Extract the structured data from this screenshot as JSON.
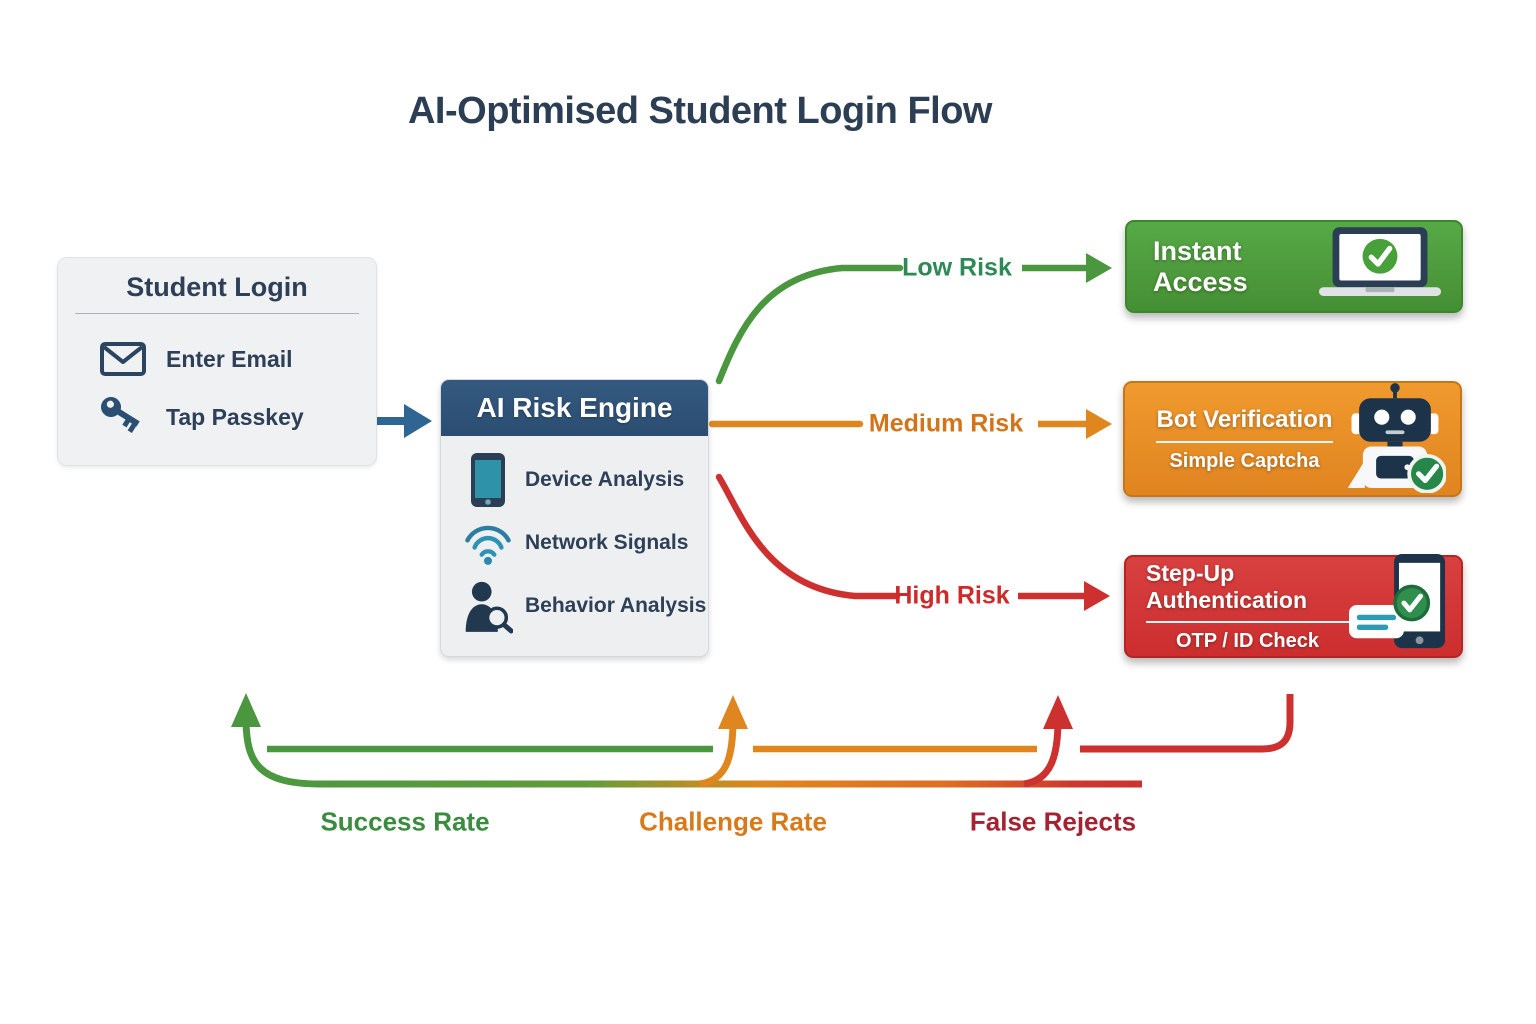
{
  "title": "AI-Optimised Student Login Flow",
  "student_login": {
    "title": "Student Login",
    "items": [
      {
        "icon": "envelope-icon",
        "label": "Enter Email"
      },
      {
        "icon": "key-icon",
        "label": "Tap Passkey"
      }
    ]
  },
  "risk_engine": {
    "title": "AI Risk Engine",
    "items": [
      {
        "icon": "smartphone-icon",
        "label": "Device Analysis"
      },
      {
        "icon": "wifi-icon",
        "label": "Network Signals"
      },
      {
        "icon": "person-search-icon",
        "label": "Behavior Analysis"
      }
    ]
  },
  "branches": [
    {
      "label": "Low Risk",
      "color": "#2e8956"
    },
    {
      "label": "Medium Risk",
      "color": "#d2741a"
    },
    {
      "label": "High Risk",
      "color": "#ce2a2a"
    }
  ],
  "outcomes": [
    {
      "title": "Instant Access",
      "icon": "laptop-check-icon",
      "color": "#4d9d3e"
    },
    {
      "title": "Bot Verification",
      "subtitle": "Simple Captcha",
      "icon": "robot-check-icon",
      "color": "#e88f26"
    },
    {
      "title": "Step-Up Authentication",
      "subtitle": "OTP / ID Check",
      "icon": "phone-check-icon",
      "color": "#d33534"
    }
  ],
  "feedback_labels": [
    {
      "label": "Success Rate",
      "color": "#3a8c3f"
    },
    {
      "label": "Challenge Rate",
      "color": "#d8791a"
    },
    {
      "label": "False Rejects",
      "color": "#a42231"
    }
  ]
}
